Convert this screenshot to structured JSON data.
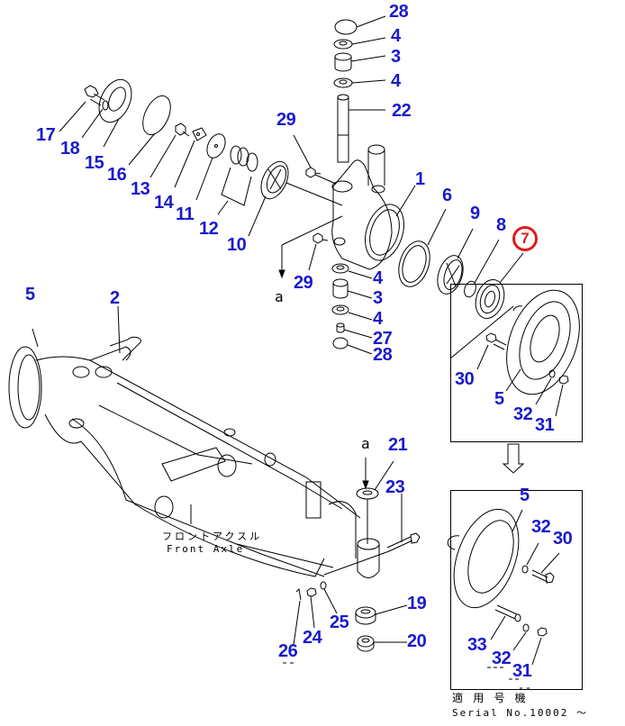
{
  "diagram": {
    "title": "Front Axle",
    "title_jp": "フロントアクスル",
    "highlighted_part": "7",
    "colors": {
      "callout": "#1a1acc",
      "highlight": "#e01b1b",
      "line_art": "#000000",
      "background": "#ffffff"
    },
    "reference_marks": {
      "upper": "a",
      "lower": "a"
    },
    "callouts": {
      "c28_top": "28",
      "c4_a": "4",
      "c3_a": "3",
      "c4_b": "4",
      "c22": "22",
      "c17": "17",
      "c18": "18",
      "c15": "15",
      "c16": "16",
      "c13": "13",
      "c14": "14",
      "c11": "11",
      "c12": "12",
      "c10": "10",
      "c29_top": "29",
      "c1": "1",
      "c6": "6",
      "c9": "9",
      "c8": "8",
      "c7": "7",
      "c29_mid": "29",
      "c4_c": "4",
      "c3_b": "3",
      "c4_d": "4",
      "c27": "27",
      "c28_mid": "28",
      "c5_axle": "5",
      "c2": "2",
      "c30_upper": "30",
      "c5_upper_inset": "5",
      "c32_upper": "32",
      "c31_upper": "31",
      "c21": "21",
      "c23": "23",
      "c19": "19",
      "c20": "20",
      "c24": "24",
      "c25": "25",
      "c26": "26",
      "c5_lower_inset": "5",
      "c32_lower_a": "32",
      "c30_lower": "30",
      "c33": "33",
      "c32_lower_b": "32",
      "c31_lower": "31"
    },
    "serial": {
      "label_jp": "適 用 号 機",
      "text": "Serial No.10002 〜"
    }
  }
}
